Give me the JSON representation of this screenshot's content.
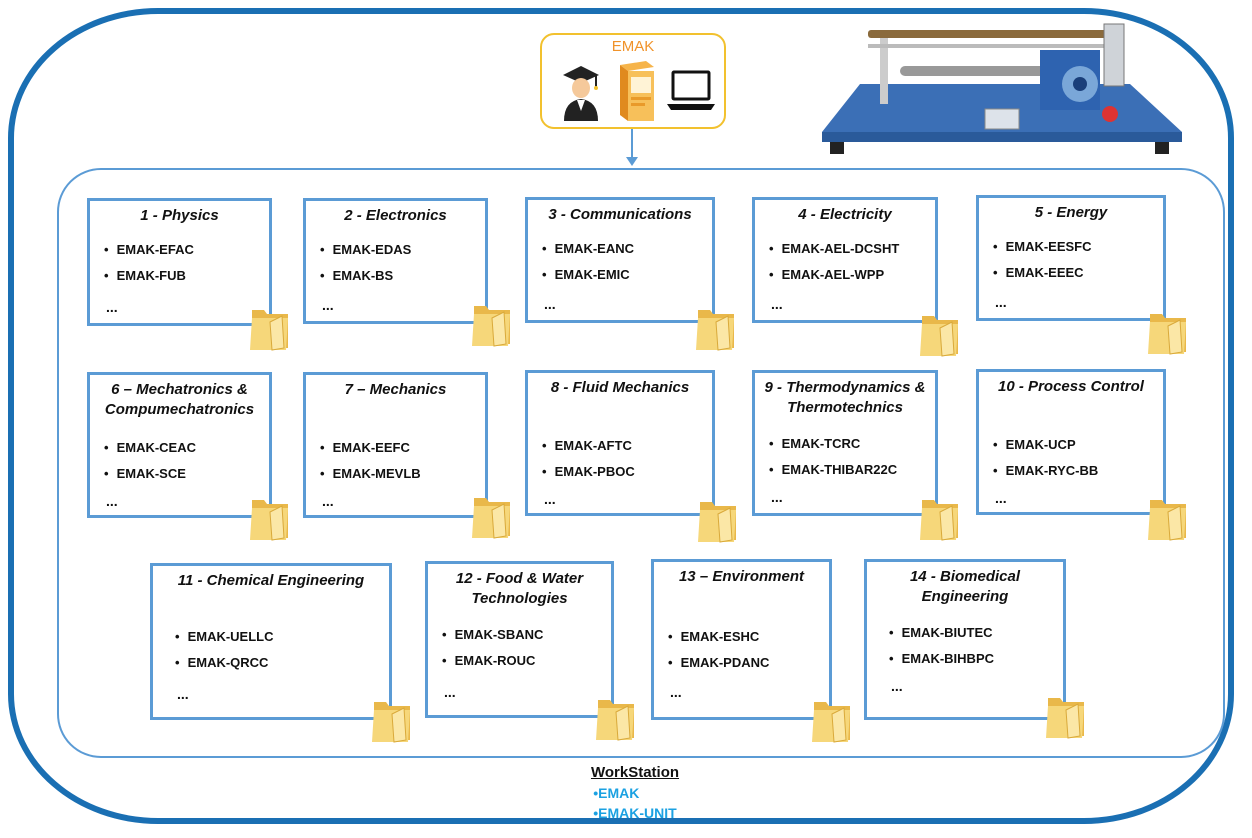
{
  "header": {
    "emak_label": "EMAK",
    "icons": [
      "graduate-icon",
      "software-box-icon",
      "laptop-icon"
    ]
  },
  "modules": [
    {
      "title": "1 - Physics",
      "items": [
        "EMAK-EFAC",
        "EMAK-FUB"
      ],
      "more": "..."
    },
    {
      "title": "2 - Electronics",
      "items": [
        "EMAK-EDAS",
        "EMAK-BS"
      ],
      "more": "..."
    },
    {
      "title": "3 - Communications",
      "items": [
        "EMAK-EANC",
        "EMAK-EMIC"
      ],
      "more": "..."
    },
    {
      "title": "4 - Electricity",
      "items": [
        "EMAK-AEL-DCSHT",
        "EMAK-AEL-WPP"
      ],
      "more": "..."
    },
    {
      "title": "5 - Energy",
      "items": [
        "EMAK-EESFC",
        "EMAK-EEEC"
      ],
      "more": "..."
    },
    {
      "title": "6 – Mechatronics & Compumechatronics",
      "items": [
        "EMAK-CEAC",
        "EMAK-SCE"
      ],
      "more": "..."
    },
    {
      "title": "7 – Mechanics",
      "items": [
        "EMAK-EEFC",
        "EMAK-MEVLB"
      ],
      "more": "..."
    },
    {
      "title": "8 - Fluid Mechanics",
      "items": [
        "EMAK-AFTC",
        "EMAK-PBOC"
      ],
      "more": "..."
    },
    {
      "title": "9 - Thermodynamics & Thermotechnics",
      "items": [
        "EMAK-TCRC",
        "EMAK-THIBAR22C"
      ],
      "more": "..."
    },
    {
      "title": "10 - Process Control",
      "items": [
        "EMAK-UCP",
        "EMAK-RYC-BB"
      ],
      "more": "..."
    },
    {
      "title": "11 - Chemical Engineering",
      "items": [
        "EMAK-UELLC",
        "EMAK-QRCC"
      ],
      "more": "..."
    },
    {
      "title": "12 - Food & Water Technologies",
      "items": [
        "EMAK-SBANC",
        "EMAK-ROUC"
      ],
      "more": "..."
    },
    {
      "title": "13 – Environment",
      "items": [
        "EMAK-ESHC",
        "EMAK-PDANC"
      ],
      "more": "..."
    },
    {
      "title": "14 - Biomedical Engineering",
      "items": [
        "EMAK-BIUTEC",
        "EMAK-BIHBPC"
      ],
      "more": "..."
    }
  ],
  "workstation": {
    "title": "WorkStation",
    "items": [
      "EMAK",
      "EMAK-UNIT"
    ]
  },
  "colors": {
    "frame": "#1a6fb3",
    "card_border": "#5b9bd5",
    "emak_border": "#f2c12e",
    "emak_text": "#f0932b",
    "workstation_items": "#1ba1e2"
  }
}
